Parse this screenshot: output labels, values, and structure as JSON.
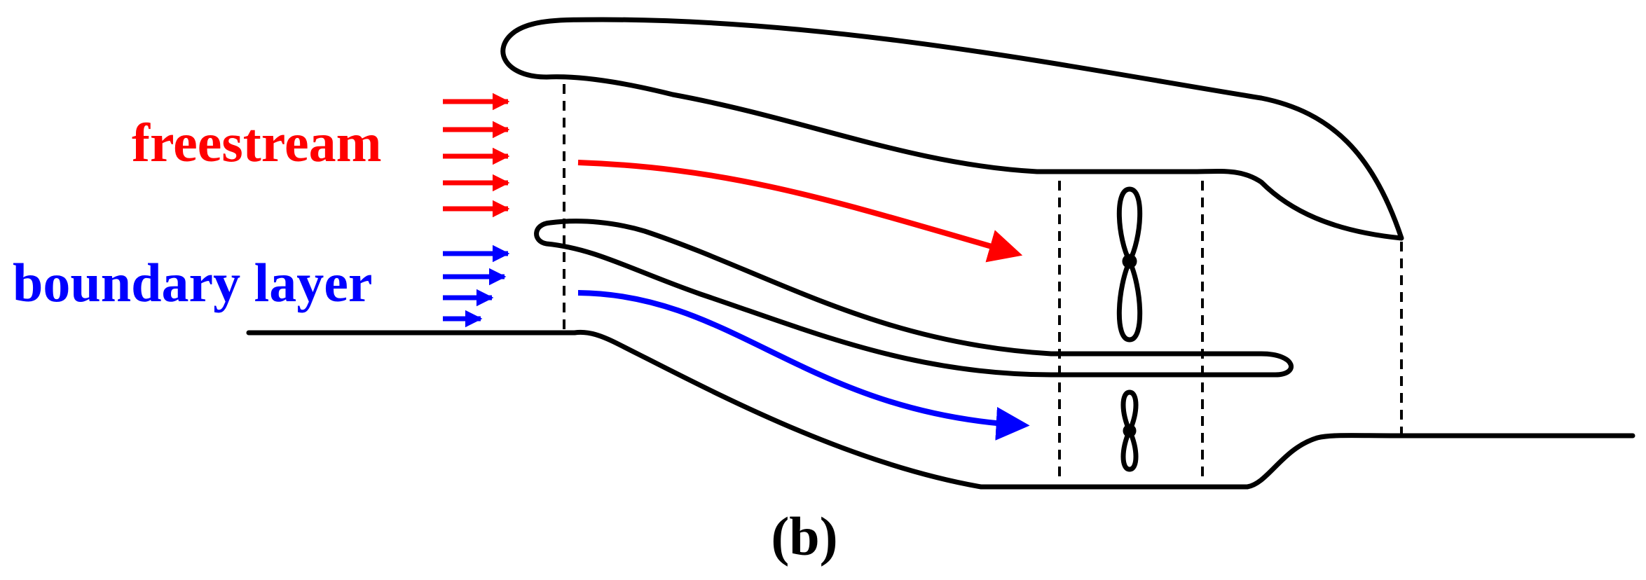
{
  "labels": {
    "freestream": "freestream",
    "boundary_layer": "boundary layer",
    "caption": "(b)"
  },
  "colors": {
    "freestream": "#ff0000",
    "boundary_layer": "#0000ff",
    "outline": "#000000"
  }
}
